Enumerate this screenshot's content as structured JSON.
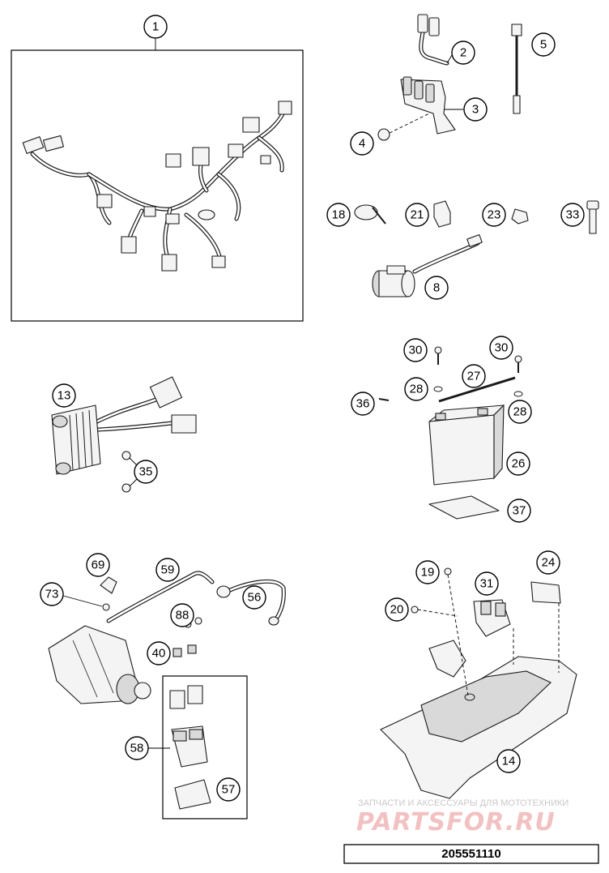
{
  "watermark": {
    "tagline": "ЗАПЧАСТИ И АКСЕССУАРЫ ДЛЯ МОТОТЕХНИКИ",
    "brand": "PARTSFOR.RU"
  },
  "document_number": "205551110",
  "callouts": [
    "1",
    "2",
    "3",
    "4",
    "5",
    "8",
    "13",
    "14",
    "18",
    "19",
    "20",
    "21",
    "23",
    "24",
    "26",
    "27",
    "28",
    "28",
    "30",
    "30",
    "31",
    "33",
    "35",
    "36",
    "37",
    "40",
    "56",
    "57",
    "58",
    "59",
    "69",
    "73",
    "88"
  ]
}
